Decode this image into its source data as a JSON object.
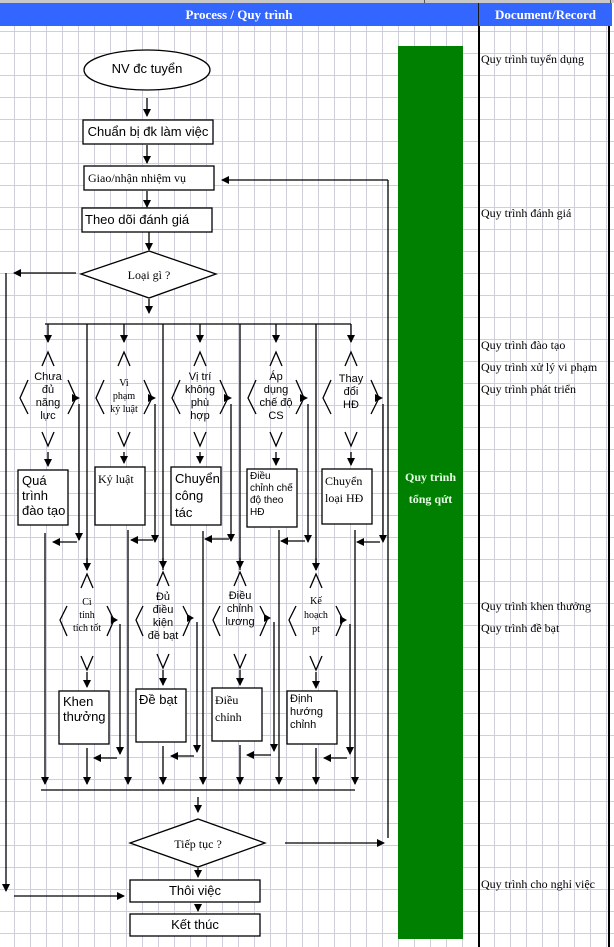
{
  "header": {
    "process_title": "Process / Quy trình",
    "document_title": "Document/Record"
  },
  "colors": {
    "header_bg": "#3366ff",
    "header_text": "#ffffff",
    "sidebar_bar": "#008000",
    "grid_line": "#cfcfdc"
  },
  "sidebar": {
    "label_line1": "Quy trình",
    "label_line2": "tổng qứt"
  },
  "flow": {
    "start": "NV đc tuyển",
    "prepare": "Chuẩn bị đk làm việc",
    "assign": "Giao/nhận nhiệm vụ",
    "monitor": "Theo dõi đánh giá",
    "decision_type": "Loại gì ?",
    "branches_row1": [
      {
        "condition": [
          "Chưa",
          "đủ",
          "năng",
          "lực"
        ],
        "action": [
          "Quá",
          "trình",
          "đào tạo"
        ]
      },
      {
        "condition": [
          "Vi",
          "phạm",
          "kỷ luật"
        ],
        "action": [
          "Kỷ luật"
        ]
      },
      {
        "condition": [
          "Vị trí",
          "không",
          "phù",
          "hợp"
        ],
        "action": [
          "Chuyển",
          "công",
          "tác"
        ]
      },
      {
        "condition": [
          "Áp",
          "dụng",
          "chế độ",
          "CS"
        ],
        "action": [
          "Điều",
          "chỉnh chế",
          "độ theo",
          "HĐ"
        ]
      },
      {
        "condition": [
          "Thay",
          "đổi",
          "HĐ"
        ],
        "action": [
          "Chuyển",
          "loại HĐ"
        ]
      }
    ],
    "branches_row2": [
      {
        "condition": [
          "Cì",
          "tỉnh",
          "tích tốt"
        ],
        "action": [
          "Khen",
          "thưởng"
        ]
      },
      {
        "condition": [
          "Đủ",
          "điều",
          "kiện",
          "đề bạt"
        ],
        "action": [
          "Đề bạt"
        ]
      },
      {
        "condition": [
          "Điều",
          "chỉnh",
          "lương"
        ],
        "action": [
          "Điều",
          "chỉnh"
        ]
      },
      {
        "condition": [
          "Kế",
          "hoạch",
          "pt"
        ],
        "action": [
          "Định",
          "hướng",
          "chỉnh"
        ]
      }
    ],
    "decision_continue": "Tiếp tục ?",
    "quit": "Thôi việc",
    "end": "Kết thúc"
  },
  "documents": [
    "Quy trình tuyển dụng",
    "Quy trình đánh giá",
    "Quy trình đào tạo",
    "Quy trình xử lý vi phạm",
    "Quy trình phát triển",
    "Quy trình khen thưởng",
    "Quy trình đề bạt",
    "Quy trình cho nghỉ việc"
  ]
}
